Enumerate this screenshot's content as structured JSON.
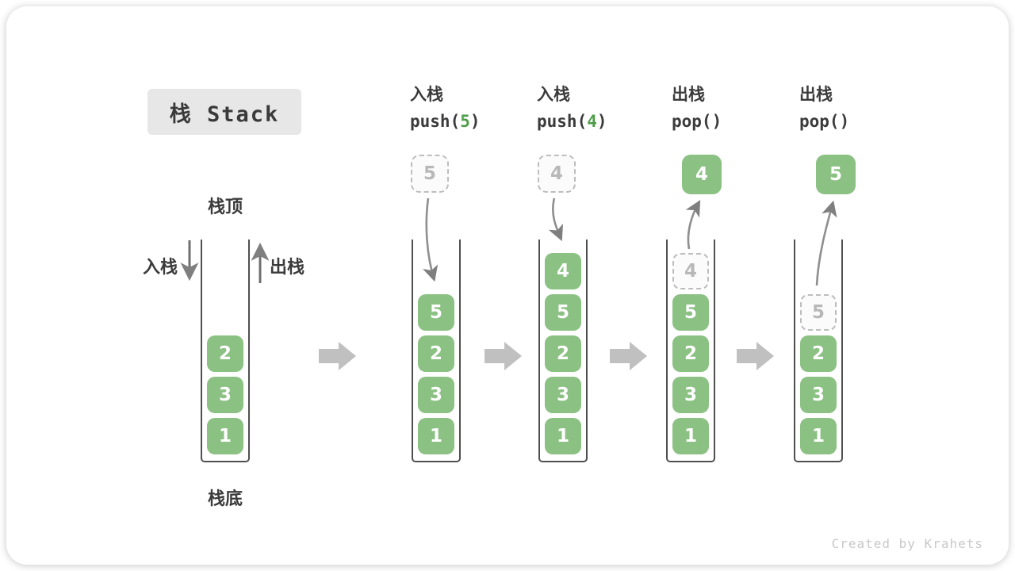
{
  "title": {
    "text": "栈 Stack"
  },
  "watermark": "Created by Krahets",
  "legend": {
    "stack_top": "栈顶",
    "stack_bottom": "栈底",
    "push_side_label": "入栈",
    "pop_side_label": "出栈"
  },
  "colors": {
    "element_green": "#8bc183",
    "code_arg_green": "#4f9d4a",
    "dark_text": "#3b3b3b",
    "container_wall": "#4f4f4f",
    "ghost_border": "#bdbdbd",
    "flow_arrow_grey": "#c0c0c0",
    "title_bg": "#e7e7e7"
  },
  "icons": {
    "step_separator": "right-arrow-icon",
    "push_direction": "down-arrow-icon",
    "pop_direction": "up-arrow-icon"
  },
  "columns": [
    {
      "name": "initial-stack",
      "stack": [
        {
          "value": "2"
        },
        {
          "value": "3"
        },
        {
          "value": "1"
        }
      ]
    },
    {
      "name": "push-5",
      "op": {
        "label": "入栈",
        "code_pre": "push(",
        "code_arg": "5",
        "code_post": ")"
      },
      "floating": {
        "value": "5",
        "style": "dashed"
      },
      "stack": [
        {
          "value": "5"
        },
        {
          "value": "2"
        },
        {
          "value": "3"
        },
        {
          "value": "1"
        }
      ]
    },
    {
      "name": "push-4",
      "op": {
        "label": "入栈",
        "code_pre": "push(",
        "code_arg": "4",
        "code_post": ")"
      },
      "floating": {
        "value": "4",
        "style": "dashed"
      },
      "stack": [
        {
          "value": "4"
        },
        {
          "value": "5"
        },
        {
          "value": "2"
        },
        {
          "value": "3"
        },
        {
          "value": "1"
        }
      ]
    },
    {
      "name": "pop-4",
      "op": {
        "label": "出栈",
        "code_pre": "pop()",
        "code_arg": "",
        "code_post": ""
      },
      "floating": {
        "value": "4",
        "style": "solid"
      },
      "stack": [
        {
          "value": "4",
          "ghost": true
        },
        {
          "value": "5"
        },
        {
          "value": "2"
        },
        {
          "value": "3"
        },
        {
          "value": "1"
        }
      ]
    },
    {
      "name": "pop-5",
      "op": {
        "label": "出栈",
        "code_pre": "pop()",
        "code_arg": "",
        "code_post": ""
      },
      "floating": {
        "value": "5",
        "style": "solid"
      },
      "stack": [
        {
          "value": "5",
          "ghost": true
        },
        {
          "value": "2"
        },
        {
          "value": "3"
        },
        {
          "value": "1"
        }
      ]
    }
  ]
}
